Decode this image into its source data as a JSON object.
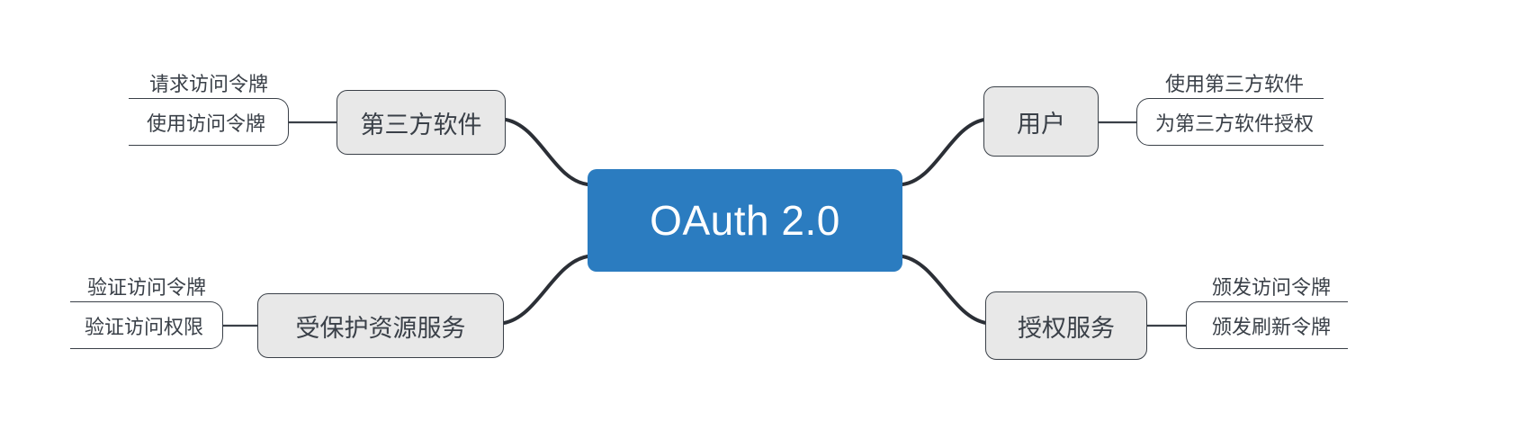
{
  "diagram": {
    "type": "mindmap",
    "title": "OAuth 2.0",
    "root": {
      "label": "OAuth 2.0",
      "color": "#2B7CC0",
      "text_color": "#ffffff"
    },
    "node_style": {
      "branch_fill": "#e8e8e8",
      "branch_stroke": "#3a4048",
      "text_color": "#3a4048",
      "edge_color": "#2b2f36"
    },
    "branches": [
      {
        "id": "third-party-software",
        "label": "第三方软件",
        "side": "left",
        "position": "top",
        "leaves": [
          {
            "label": "请求访问令牌"
          },
          {
            "label": "使用访问令牌"
          }
        ]
      },
      {
        "id": "protected-resource-service",
        "label": "受保护资源服务",
        "side": "left",
        "position": "bottom",
        "leaves": [
          {
            "label": "验证访问令牌"
          },
          {
            "label": "验证访问权限"
          }
        ]
      },
      {
        "id": "user",
        "label": "用户",
        "side": "right",
        "position": "top",
        "leaves": [
          {
            "label": "使用第三方软件"
          },
          {
            "label": "为第三方软件授权"
          }
        ]
      },
      {
        "id": "authorization-service",
        "label": "授权服务",
        "side": "right",
        "position": "bottom",
        "leaves": [
          {
            "label": "颁发访问令牌"
          },
          {
            "label": "颁发刷新令牌"
          }
        ]
      }
    ]
  }
}
